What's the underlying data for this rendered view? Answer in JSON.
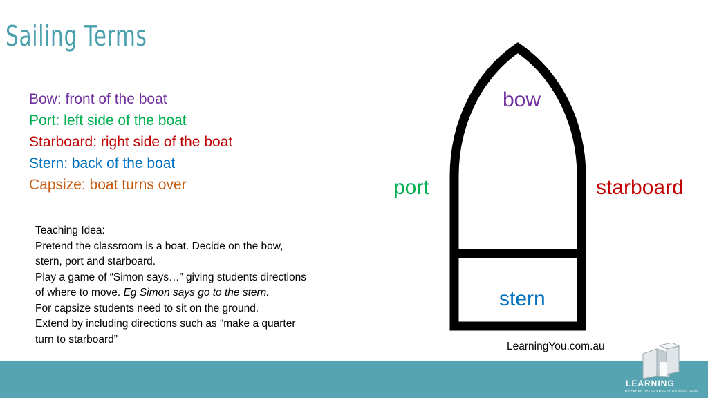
{
  "slide": {
    "title": "Sailing Terms",
    "terms": [
      {
        "text": "Bow:  front of the boat",
        "color": "#7030a0"
      },
      {
        "text": "Port:  left side of the boat",
        "color": "#00b050"
      },
      {
        "text": "Starboard:  right side of the boat",
        "color": "#c00000"
      },
      {
        "text": "Stern:  back of the boat",
        "color": "#0070c0"
      },
      {
        "text": "Capsize:  boat turns over",
        "color": "#c55a11"
      }
    ],
    "teaching": {
      "line1": "Teaching Idea:",
      "line2": "Pretend the classroom is a boat.  Decide on the bow,",
      "line3": "stern, port and starboard.",
      "line4": "Play a game of “Simon says…”  giving students directions",
      "line5_prefix": "of where to move.  ",
      "line5_italic": "Eg Simon says go to the stern.",
      "line6": "For capsize students need to sit on the ground.",
      "line7": "Extend by including directions such as “make a quarter",
      "line8": "turn to starboard”"
    },
    "boat_labels": {
      "bow": "bow",
      "port": "port",
      "starboard": "starboard",
      "stern": "stern"
    },
    "website": "LearningYou.com.au",
    "logo": {
      "name": "LEARNING",
      "tagline": "DIFFERENTIATED EDUCATION SOLUTIONS"
    },
    "colors": {
      "title": "#4aa0ac",
      "footer": "#56a3b1",
      "boat_outline": "#000000"
    }
  }
}
